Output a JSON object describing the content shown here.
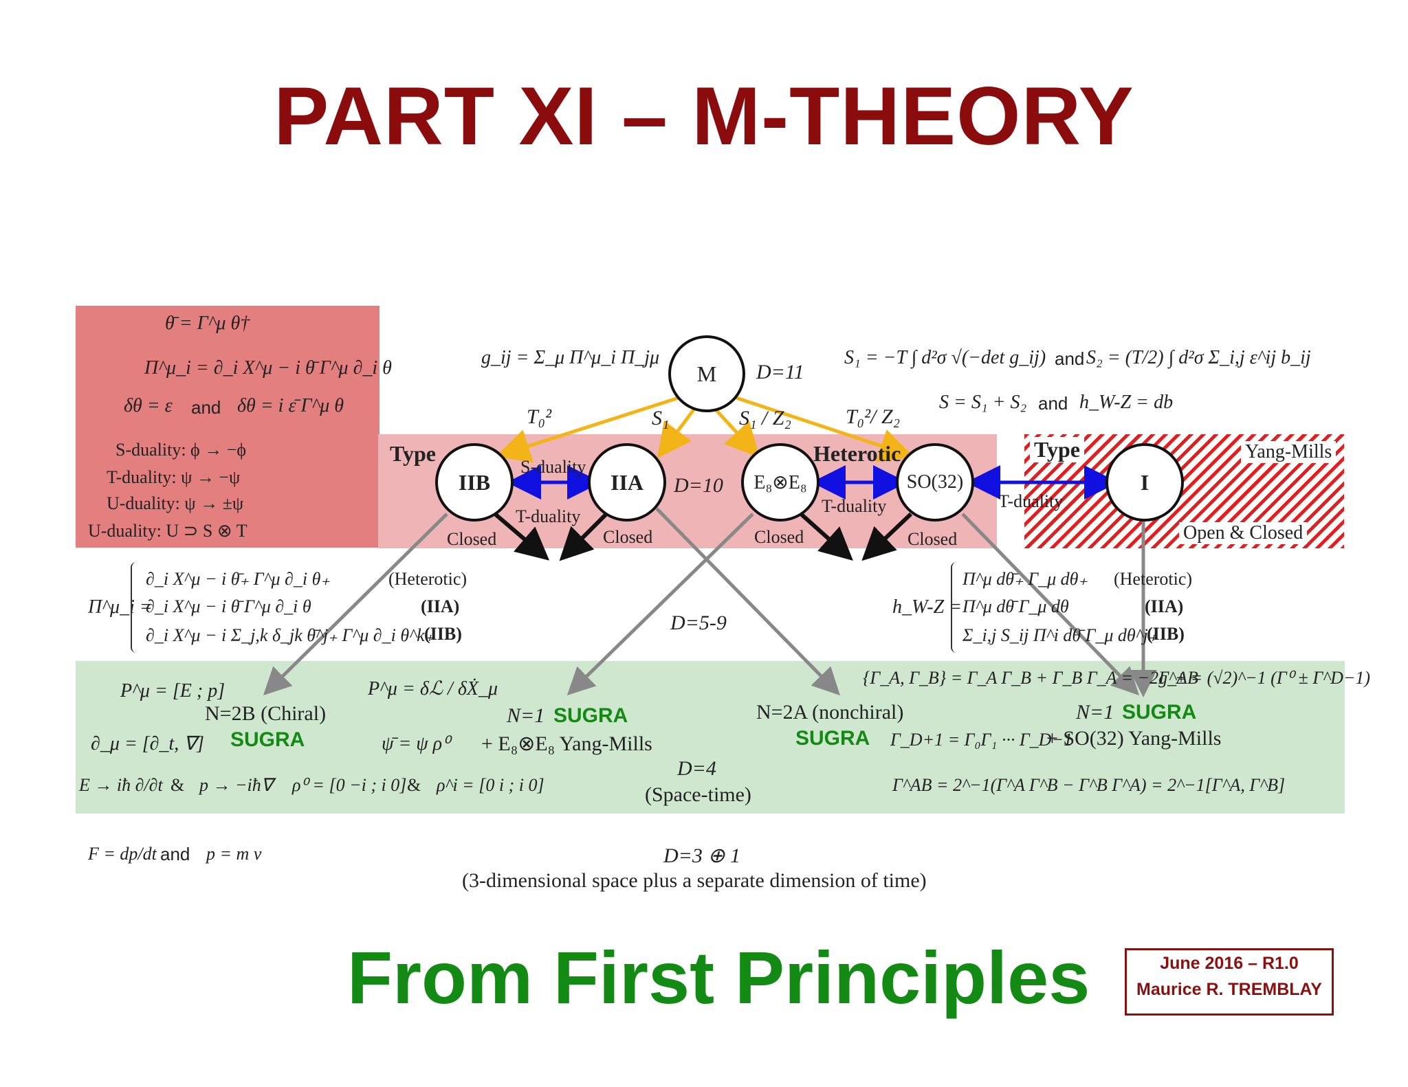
{
  "title": "PART XI – M-THEORY",
  "subtitle": "From First Principles",
  "stamp": {
    "date": "June 2016 – R1.0",
    "author": "Maurice R. TREMBLAY"
  },
  "colors": {
    "title": "#8a0c0c",
    "subtitle": "#138a13",
    "yellow_arrow": "#f3b418",
    "blue_arrow": "#1010e0",
    "gray_arrow": "#888888",
    "red_box": "#e47f80",
    "pink_band": "#efb4b5",
    "green_band": "#cfe6cf"
  },
  "nodes": {
    "m": "M",
    "iib": "IIB",
    "iia": "IIA",
    "e8e8": "E₈⊗E₈",
    "so32": "SO(32)",
    "i": "I"
  },
  "labels": {
    "d11": "D=11",
    "d10": "D=10",
    "d5_9": "D=5-9",
    "type_left": "Type",
    "heterotic": "Heterotic",
    "type_right": "Type",
    "yang_mills": "Yang-Mills",
    "open_closed": "Open & Closed",
    "closed": "Closed",
    "s_duality": "S-duality",
    "t_duality": "T-duality",
    "t0sq": "T₀²",
    "s1": "S₁",
    "s1_z2": "S₁ / Z₂",
    "t0sq_z2": "T₀²/ Z₂"
  },
  "red_box": {
    "l1": "θ̄ = Γ^μ θ†",
    "l2": "Π^μ_i = ∂_i X^μ − i θ̄ Γ^μ ∂_i θ",
    "l3a": "δθ = ε",
    "l3and": "and",
    "l3b": "δθ = i ε̄ Γ^μ θ",
    "l4": "S-duality: ϕ → −ϕ",
    "l5": "T-duality: ψ → −ψ",
    "l6": "U-duality: ψ → ±ψ",
    "l7": "U-duality: U ⊃ S ⊗ T"
  },
  "equations": {
    "gij": "g_ij = Σ_μ Π^μ_i Π_jμ",
    "s1eq": "S₁ = −T ∫ d²σ √(−det g_ij)",
    "and1": "and",
    "s2eq": "S₂ = (T/2) ∫ d²σ Σ_i,j ε^ij b_ij",
    "seq": "S = S₁ + S₂",
    "and2": "and",
    "hwz": "h_W-Z = db",
    "pi_left_label": "Π^μ_i =",
    "pi_c1": "∂_i X^μ − i θ̄₊ Γ^μ ∂_i θ₊",
    "pi_c2": "∂_i X^μ − i θ̄ Γ^μ ∂_i θ",
    "pi_c3": "∂_i X^μ − i Σ_j,k δ_jk θ̄^j₊ Γ^μ ∂_i θ^k₊",
    "pi_t1": "(Heterotic)",
    "pi_t2": "(IIA)",
    "pi_t3": "(IIB)",
    "h_left_label": "h_W-Z =",
    "h_c1": "Π^μ dθ̄₊ Γ_μ dθ₊",
    "h_c2": "Π^μ dθ̄ Γ_μ dθ",
    "h_c3": "Σ_i,j S_ij Π^i dθ̄ Γ_μ dθ^j₊",
    "h_t1": "(Heterotic)",
    "h_t2": "(IIA)",
    "h_t3": "(IIB)"
  },
  "green_band": {
    "pmu": "P^μ = [E ; p]",
    "n2b": "N=2B (Chiral)",
    "sugra": "SUGRA",
    "dmu": "∂_μ = [∂_t, ∇]",
    "lagr": "P^μ = δℒ / δẊ_μ",
    "psibar": "ψ̄ = ψ ρ⁰",
    "n1": "N=1",
    "n1_sugra": "SUGRA",
    "e8ym": "+ E₈⊗E₈ Yang-Mills",
    "n2a": "N=2A (nonchiral)",
    "sugra2": "SUGRA",
    "gamma_d1": "Γ_D+1 = Γ₀Γ₁ ··· Γ_D−1",
    "anticomm": "{Γ_A, Γ_B} = Γ_A Γ_B + Γ_B Γ_A = −2g_AB",
    "gamma_pm": "Γ^± = (√2)^−1 (Γ⁰ ± Γ^D−1)",
    "n1b": "N=1",
    "n1b_sugra": "SUGRA",
    "so32ym": "+ SO(32) Yang-Mills",
    "e_op": "E → iħ ∂/∂t",
    "amp1": "&",
    "p_op": "p → −iħ∇",
    "rho0": "ρ⁰ = [0 −i ; i 0]",
    "amp2": "&",
    "rhoi": "ρ^i = [0 i ; i 0]",
    "d4": "D=4",
    "spacetime": "(Space-time)",
    "gab": "Γ^AB = 2^−1(Γ^A Γ^B − Γ^B Γ^A) = 2^−1[Γ^A, Γ^B]"
  },
  "bottom": {
    "force": "F = dp/dt",
    "and": "and",
    "momentum": "p = m v",
    "d31": "D=3 ⊕ 1",
    "d31_desc": "(3-dimensional space plus a separate dimension of time)"
  }
}
